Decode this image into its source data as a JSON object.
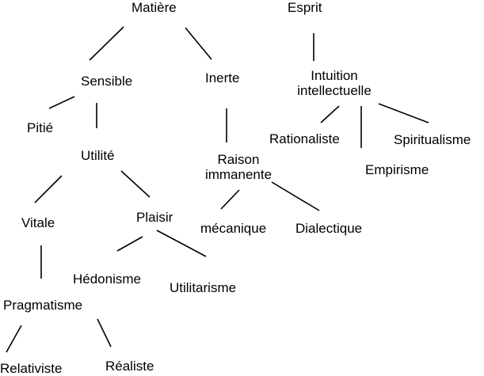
{
  "diagram": {
    "nodes": {
      "matiere": "Matière",
      "esprit": "Esprit",
      "sensible": "Sensible",
      "inerte": "Inerte",
      "intuition_line1": "Intuition",
      "intuition_line2": "intellectuelle",
      "pitie": "Pitié",
      "utilite": "Utilité",
      "rationaliste": "Rationaliste",
      "spiritualisme": "Spiritualisme",
      "raison_line1": "Raison",
      "raison_line2": "immanente",
      "empirisme": "Empirisme",
      "vitale": "Vitale",
      "plaisir": "Plaisir",
      "mecanique": "mécanique",
      "dialectique": "Dialectique",
      "hedonisme": "Hédonisme",
      "utilitarisme": "Utilitarisme",
      "pragmatisme": "Pragmatisme",
      "relativiste": "Relativiste",
      "realiste": "Réaliste"
    },
    "line_color": "#000000",
    "text_color": "#000000"
  }
}
